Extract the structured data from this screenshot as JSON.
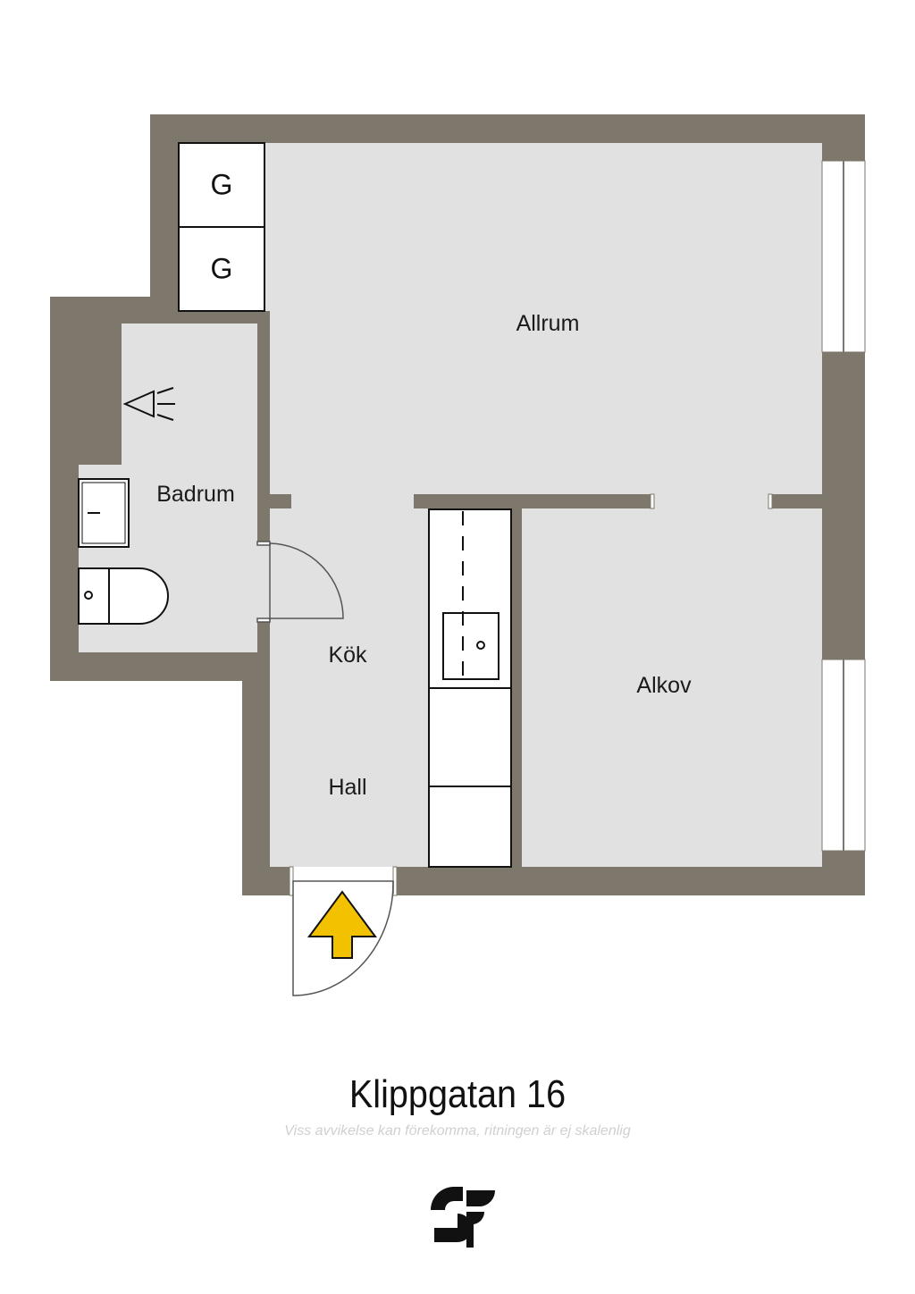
{
  "rooms": {
    "allrum": "Allrum",
    "badrum": "Badrum",
    "kok": "Kök",
    "hall": "Hall",
    "alkov": "Alkov"
  },
  "wardrobes": [
    "G",
    "G"
  ],
  "title": "Klippgatan 16",
  "disclaimer": "Viss avvikelse kan förekomma, ritningen är ej skalenlig",
  "colors": {
    "wall": "#7e776b",
    "floor": "#e1e1e1",
    "entrance_arrow": "#f2c200"
  },
  "icons": [
    "entrance-arrow-icon",
    "shower-icon",
    "sink-icon",
    "toilet-icon",
    "kitchen-sink-icon",
    "logo-icon"
  ]
}
